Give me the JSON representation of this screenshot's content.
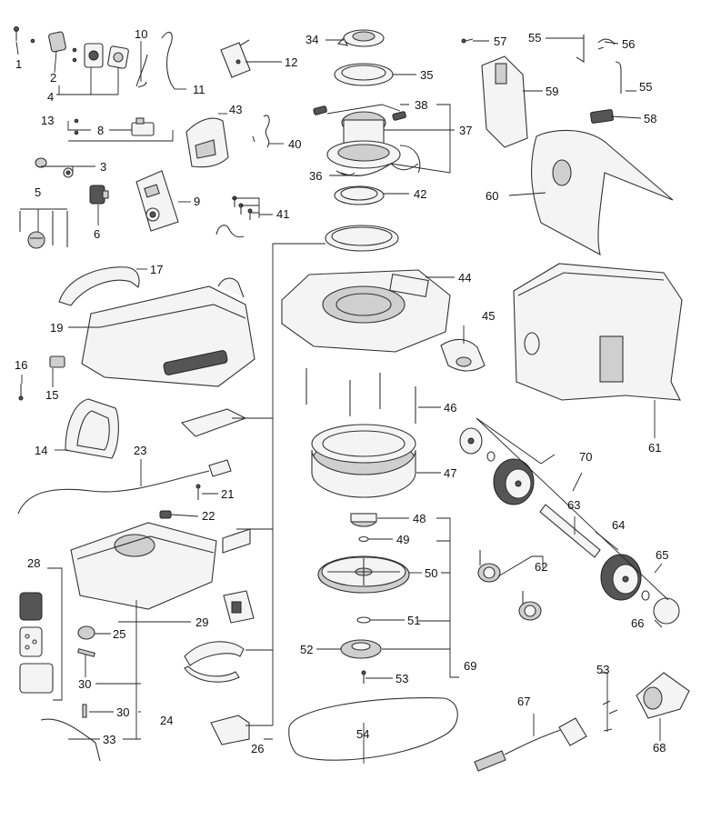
{
  "diagram": {
    "type": "exploded-parts-view",
    "callouts": [
      "1",
      "2",
      "3",
      "4",
      "5",
      "6",
      "8",
      "9",
      "10",
      "11",
      "12",
      "13",
      "14",
      "15",
      "16",
      "17",
      "19",
      "21",
      "22",
      "23",
      "24",
      "25",
      "26",
      "28",
      "29",
      "30",
      "33",
      "34",
      "35",
      "36",
      "37",
      "38",
      "40",
      "41",
      "42",
      "43",
      "44",
      "45",
      "46",
      "47",
      "48",
      "49",
      "50",
      "51",
      "52",
      "53",
      "54",
      "55",
      "56",
      "57",
      "58",
      "59",
      "60",
      "61",
      "62",
      "63",
      "64",
      "65",
      "66",
      "67",
      "68",
      "69",
      "70"
    ]
  }
}
